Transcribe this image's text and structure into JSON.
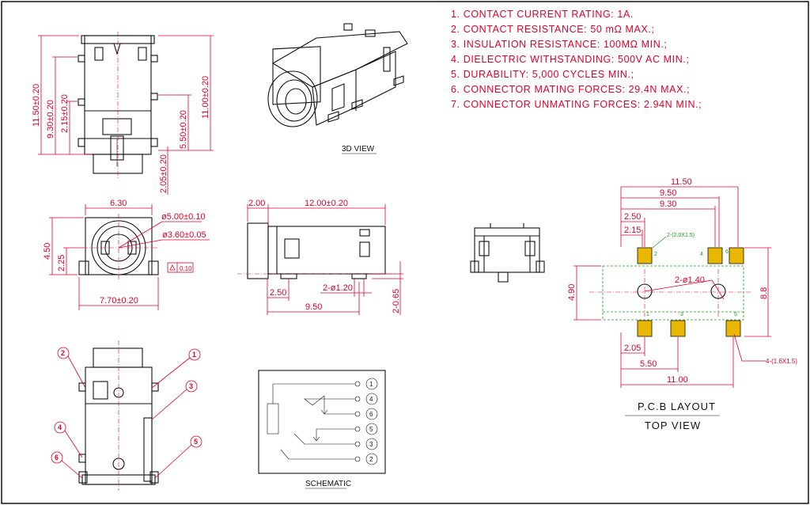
{
  "specs": [
    "1. CONTACT CURRENT RATING: 1A.",
    "2. CONTACT RESISTANCE: 50 mΩ MAX.;",
    "3. INSULATION RESISTANCE: 100MΩ MIN.;",
    "4. DIELECTRIC WITHSTANDING: 500V AC MIN.;",
    "5. DURABILITY: 5,000 CYCLES MIN.;",
    "6. CONNECTOR MATING FORCES: 29.4N   MAX.;",
    "7. CONNECTOR UNMATING FORCES: 2.94N MIN.;"
  ],
  "labels": {
    "view_3d": "3D VIEW",
    "schematic": "SCHEMATIC",
    "pcb_line1": "P.C.B LAYOUT",
    "pcb_line2": "TOP VIEW"
  },
  "top_view": {
    "dims": [
      "11.50±0.20",
      "9.30±0.20",
      "2.15±0.20",
      "11.00±0.20",
      "5.50±0.20",
      "2.05±0.20"
    ]
  },
  "front_view": {
    "dims": [
      "6.30",
      "ø5.00±0.10",
      "ø3.60±0.05",
      "4.50",
      "2.25",
      "7.70±0.20",
      "0.10"
    ]
  },
  "side_view": {
    "dims": [
      "2.00",
      "12.00±0.20",
      "2-ø1.20",
      "2.50",
      "9.50",
      "2-0.65"
    ]
  },
  "callouts": [
    "2",
    "1",
    "3",
    "4",
    "5",
    "6"
  ],
  "schematic": {
    "pins": [
      "1",
      "4",
      "6",
      "5",
      "3",
      "2"
    ]
  },
  "pcb": {
    "dims": [
      "11.50",
      "9.50",
      "9.30",
      "2.50",
      "2.15",
      "4.90",
      "8.8",
      "2-ø1.40",
      "2.05",
      "5.50",
      "11.00"
    ],
    "notes": [
      "2-(2.0X1.5)",
      "4-(1.6X1.5)"
    ],
    "pad_labels": [
      "2",
      "4",
      "6",
      "1",
      "3",
      "5"
    ]
  },
  "colors": {
    "dimension": "#e0002a",
    "outline": "#111111",
    "pad": "#e8b800",
    "pcb_outline": "#18a018"
  }
}
